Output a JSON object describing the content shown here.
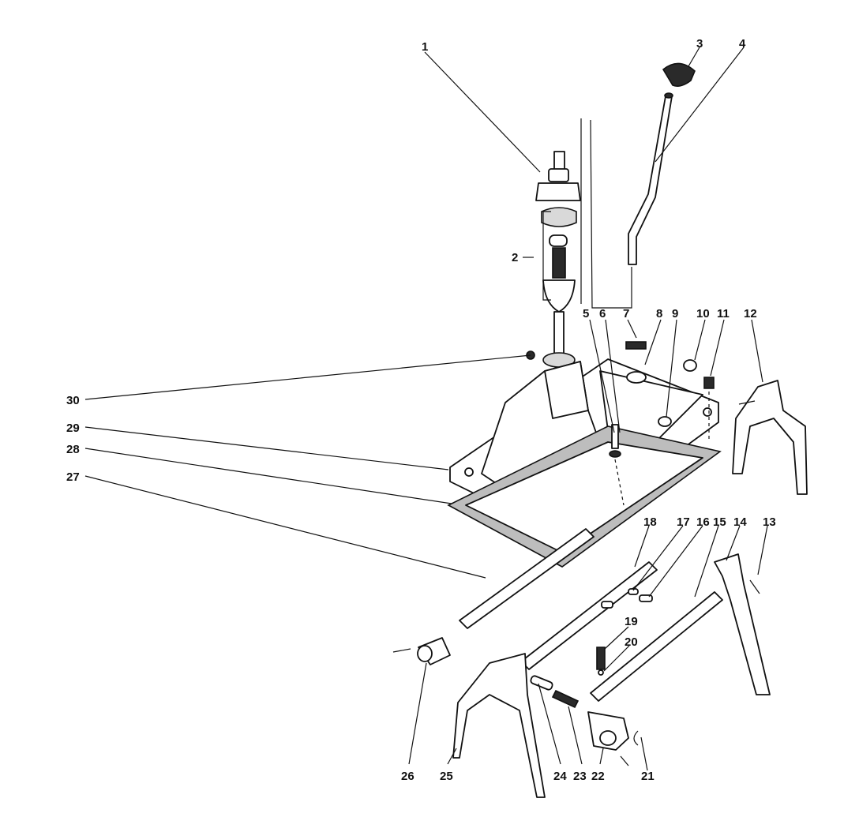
{
  "diagram": {
    "labels": [
      "1",
      "2",
      "3",
      "4",
      "5",
      "6",
      "7",
      "8",
      "9",
      "10",
      "11",
      "12",
      "13",
      "14",
      "15",
      "16",
      "17",
      "18",
      "19",
      "20",
      "21",
      "22",
      "23",
      "24",
      "25",
      "26",
      "27",
      "28",
      "29",
      "30"
    ],
    "colors": {
      "ink": "#111111",
      "paper": "#ffffff",
      "gasket": "#bdbdbd"
    }
  }
}
